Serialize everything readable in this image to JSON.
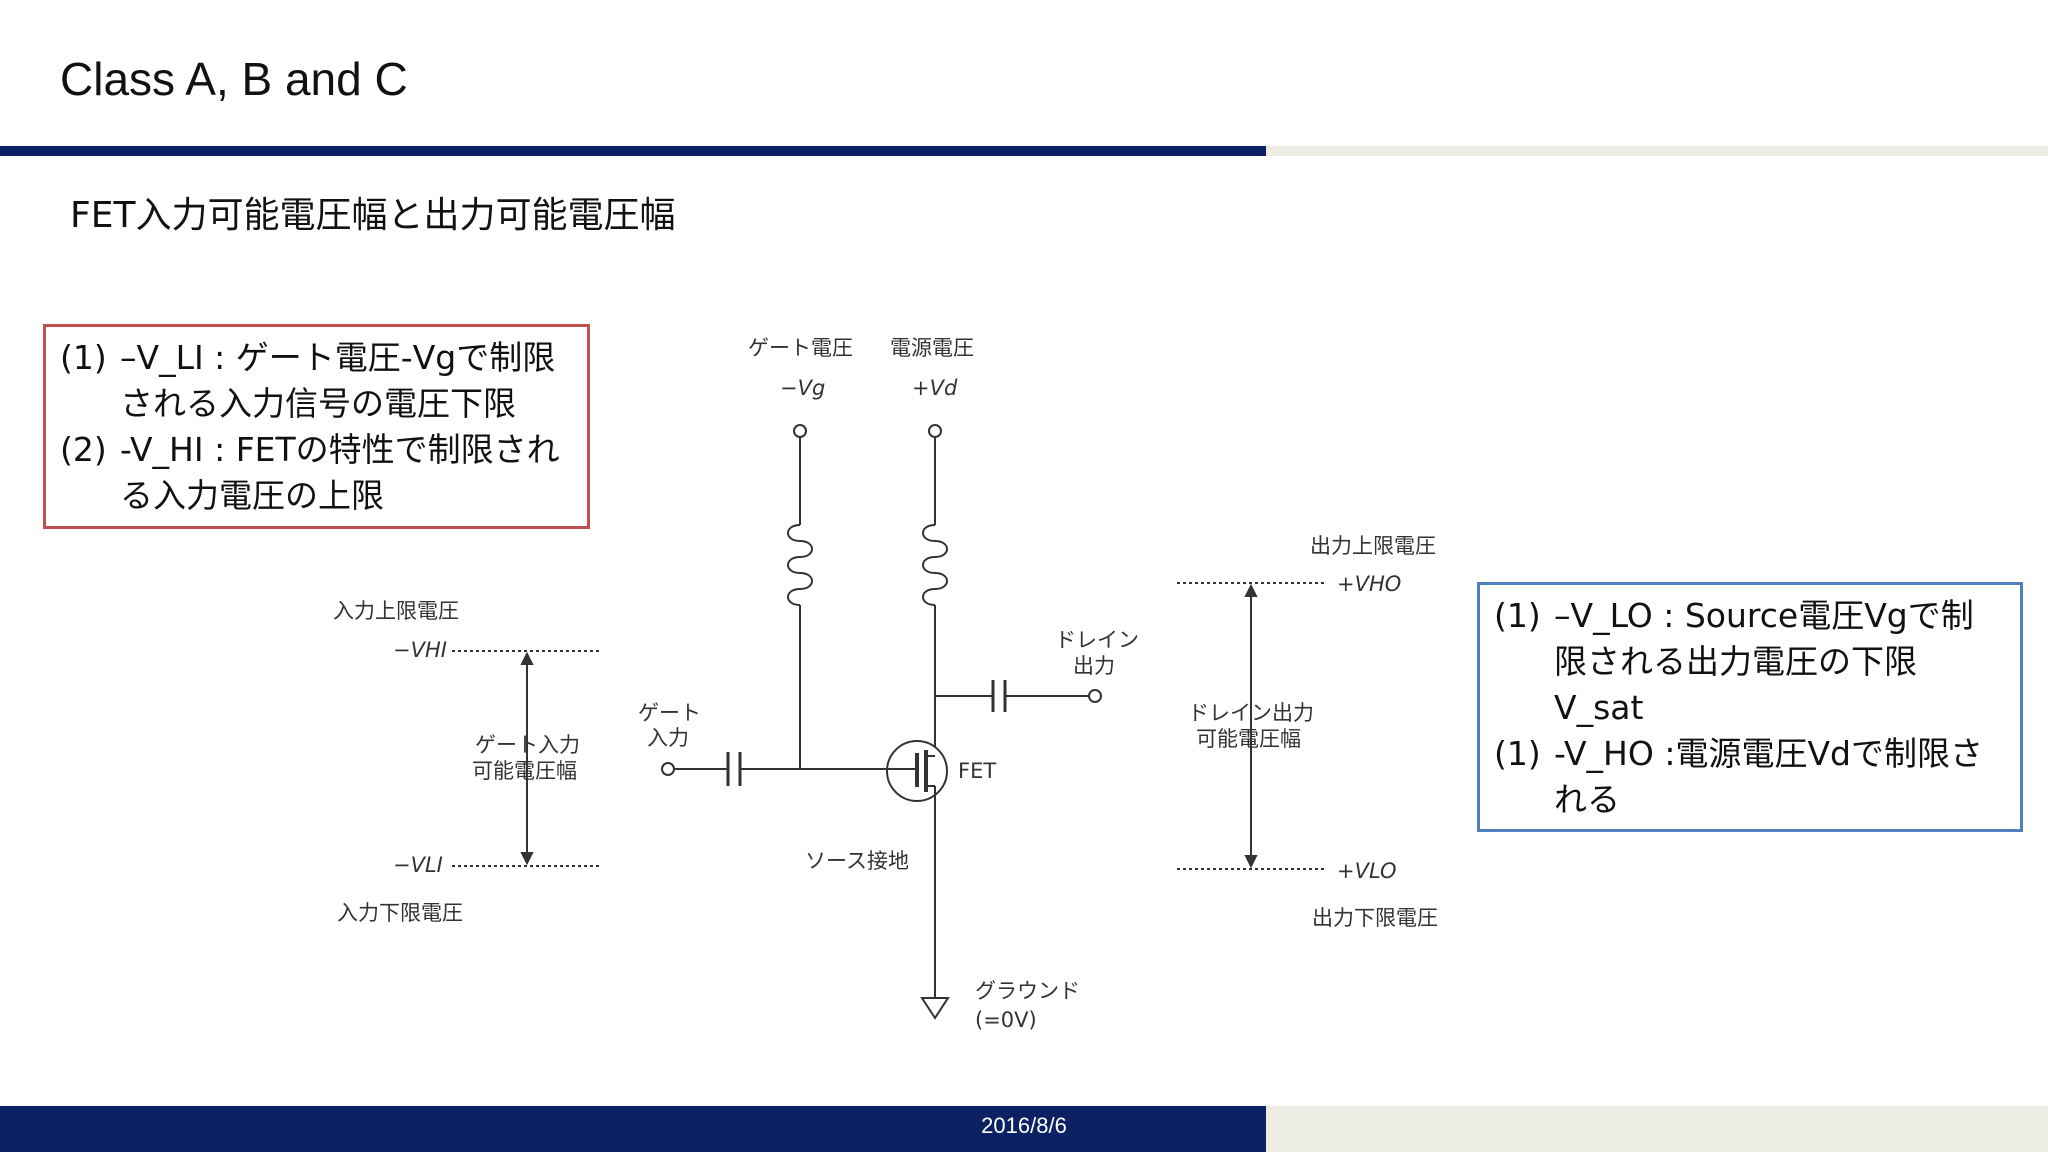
{
  "slide": {
    "title": "Class A, B and C",
    "subtitle": "FET入力可能電圧幅と出力可能電圧幅",
    "date": "2016/8/6"
  },
  "red_box": {
    "items": [
      {
        "num": "(1)",
        "text": "–V_LI : ゲート電圧-Vgで制限される入力信号の電圧下限"
      },
      {
        "num": "(2)",
        "text": "-V_HI : FETの特性で制限される入力電圧の上限"
      }
    ]
  },
  "blue_box": {
    "items": [
      {
        "num": "(1)",
        "text": "–V_LO : Source電圧Vgで制限される出力電圧の下限 V_sat"
      },
      {
        "num": "(1)",
        "text": "-V_HO :電源電圧Vdで制限される"
      }
    ]
  },
  "diagram": {
    "gate_voltage_label": "ゲート電圧",
    "gate_voltage_symbol": "−Vg",
    "supply_voltage_label": "電源電圧",
    "supply_voltage_symbol": "+Vd",
    "drain_output_label_1": "ドレイン",
    "drain_output_label_2": "出力",
    "gate_input_label_1": "ゲート",
    "gate_input_label_2": "入力",
    "fet_label": "FET",
    "source_ground_label": "ソース接地",
    "ground_label_1": "グラウンド",
    "ground_label_2": "(=0V)",
    "input_upper_label": "入力上限電圧",
    "input_upper_symbol": "−VHI",
    "input_lower_symbol": "−VLI",
    "input_lower_label": "入力下限電圧",
    "gate_range_label_1": "ゲート入力",
    "gate_range_label_2": "可能電圧幅",
    "output_upper_label": "出力上限電圧",
    "output_upper_symbol": "+VHO",
    "output_lower_symbol": "+VLO",
    "output_lower_label": "出力下限電圧",
    "drain_range_label_1": "ドレイン出力",
    "drain_range_label_2": "可能電圧幅"
  }
}
